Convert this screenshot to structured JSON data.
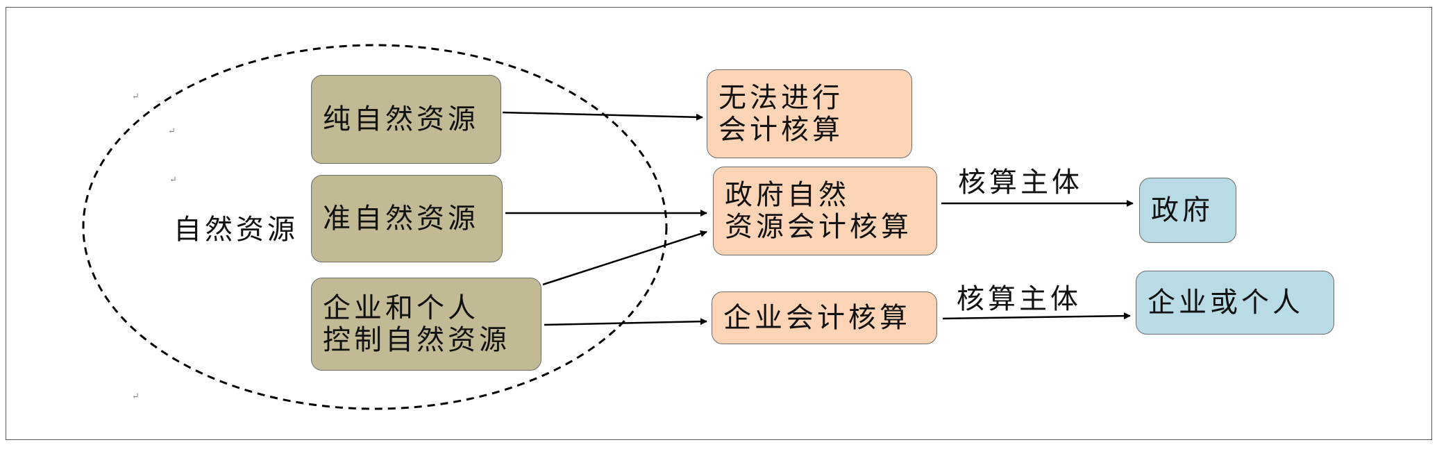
{
  "diagram": {
    "group_label": "自然资源",
    "sources": {
      "pure": "纯自然资源",
      "quasi": "准自然资源",
      "controlled_line1": "企业和个人",
      "controlled_line2": "控制自然资源"
    },
    "outcomes": {
      "none_line1": "无法进行",
      "none_line2": "会计核算",
      "gov_line1": "政府自然",
      "gov_line2": "资源会计核算",
      "enterprise": "企业会计核算"
    },
    "subjects": {
      "government": "政府",
      "enterprise_or_individual": "企业或个人"
    },
    "edge_label_1": "核算主体",
    "edge_label_2": "核算主体",
    "paragraph_mark": "↵"
  },
  "colors": {
    "source_fill": "#c2b995",
    "outcome_fill": "#fed4b7",
    "subject_fill": "#b8dbe6",
    "line": "#000000"
  }
}
